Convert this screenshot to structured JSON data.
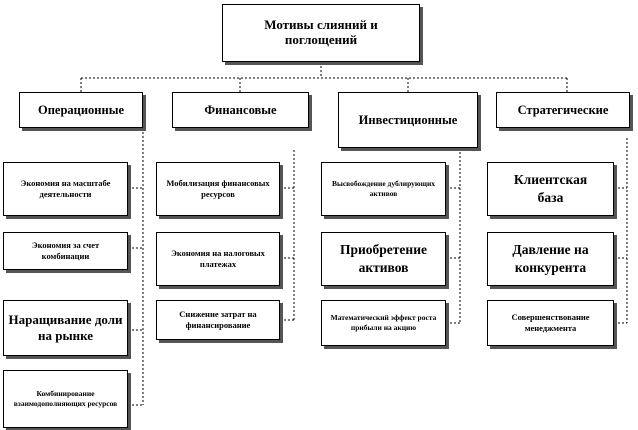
{
  "title": "Мотивы слияний и поглощений",
  "categories": [
    {
      "label": "Операционные",
      "items": [
        "Экономия на масштабе деятельности",
        "Экономия за счет комбинации",
        "Наращивание доли на рынке",
        "Комбинирование взаимодополняющих ресурсов"
      ]
    },
    {
      "label": "Финансовые",
      "items": [
        "Мобилизация финансовых ресурсов",
        "Экономия на налоговых платежах",
        "Снижение затрат на финансирование"
      ]
    },
    {
      "label": "Инвестиционные",
      "items": [
        "Высвобождение дублирующих активов",
        "Приобретение активов",
        "Математический эффект роста прибыли на акцию"
      ]
    },
    {
      "label": "Стратегические",
      "items": [
        "Клиентская база",
        "Давление на конкурента",
        "Совершенствование менеджмента"
      ]
    }
  ]
}
